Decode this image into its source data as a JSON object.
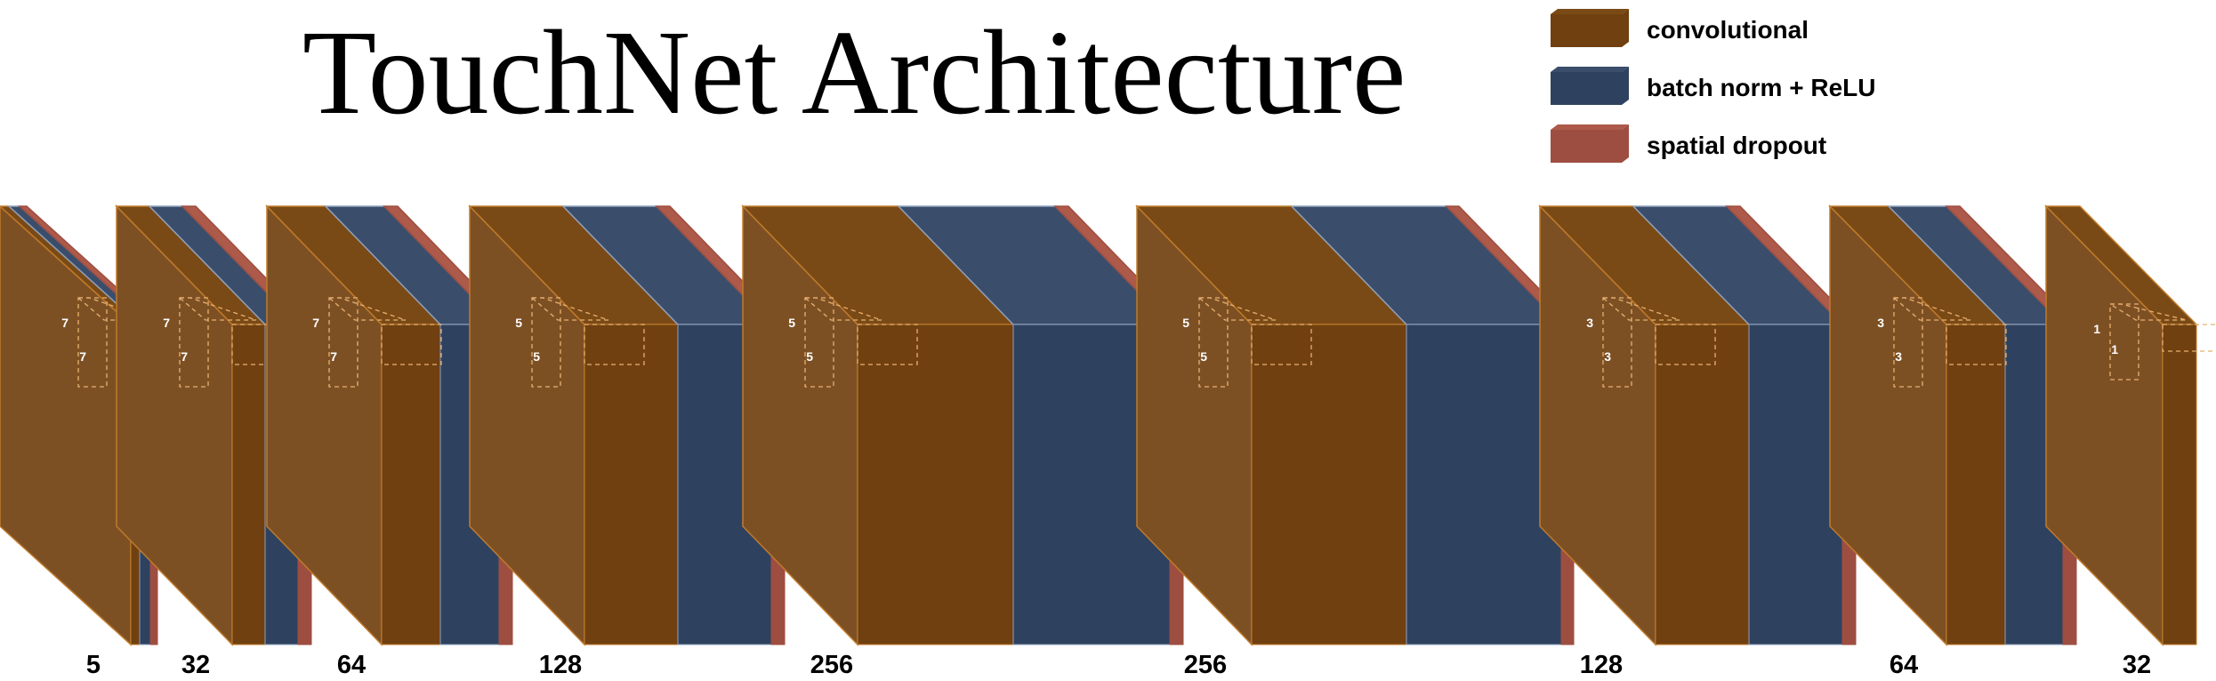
{
  "title": "TouchNet Architecture",
  "colors": {
    "conv": "#704010",
    "conv_side": "#7d5024",
    "conv_top": "#7a4a16",
    "conv_edge": "#c07a2a",
    "bn": "#2e4260",
    "bn_top": "#3a4d6a",
    "bn_edge": "#8ea0bc",
    "drop": "#9e4e40",
    "drop_top": "#ad5a4a",
    "kernel_line": "#e8b070"
  },
  "legend": [
    {
      "key": "conv",
      "label": "convolutional"
    },
    {
      "key": "bn",
      "label": "batch norm + ReLU"
    },
    {
      "key": "drop",
      "label": "spatial dropout"
    }
  ],
  "blocks": [
    {
      "count": "5",
      "kernel": "7",
      "kernel2": "7"
    },
    {
      "count": "32",
      "kernel": "7",
      "kernel2": "7"
    },
    {
      "count": "64",
      "kernel": "7",
      "kernel2": "7"
    },
    {
      "count": "128",
      "kernel": "5",
      "kernel2": "5"
    },
    {
      "count": "256",
      "kernel": "5",
      "kernel2": "5"
    },
    {
      "count": "256",
      "kernel": "5",
      "kernel2": "5"
    },
    {
      "count": "128",
      "kernel": "3",
      "kernel2": "3"
    },
    {
      "count": "64",
      "kernel": "3",
      "kernel2": "3"
    },
    {
      "count": "32",
      "kernel": "1",
      "kernel2": "1"
    }
  ]
}
